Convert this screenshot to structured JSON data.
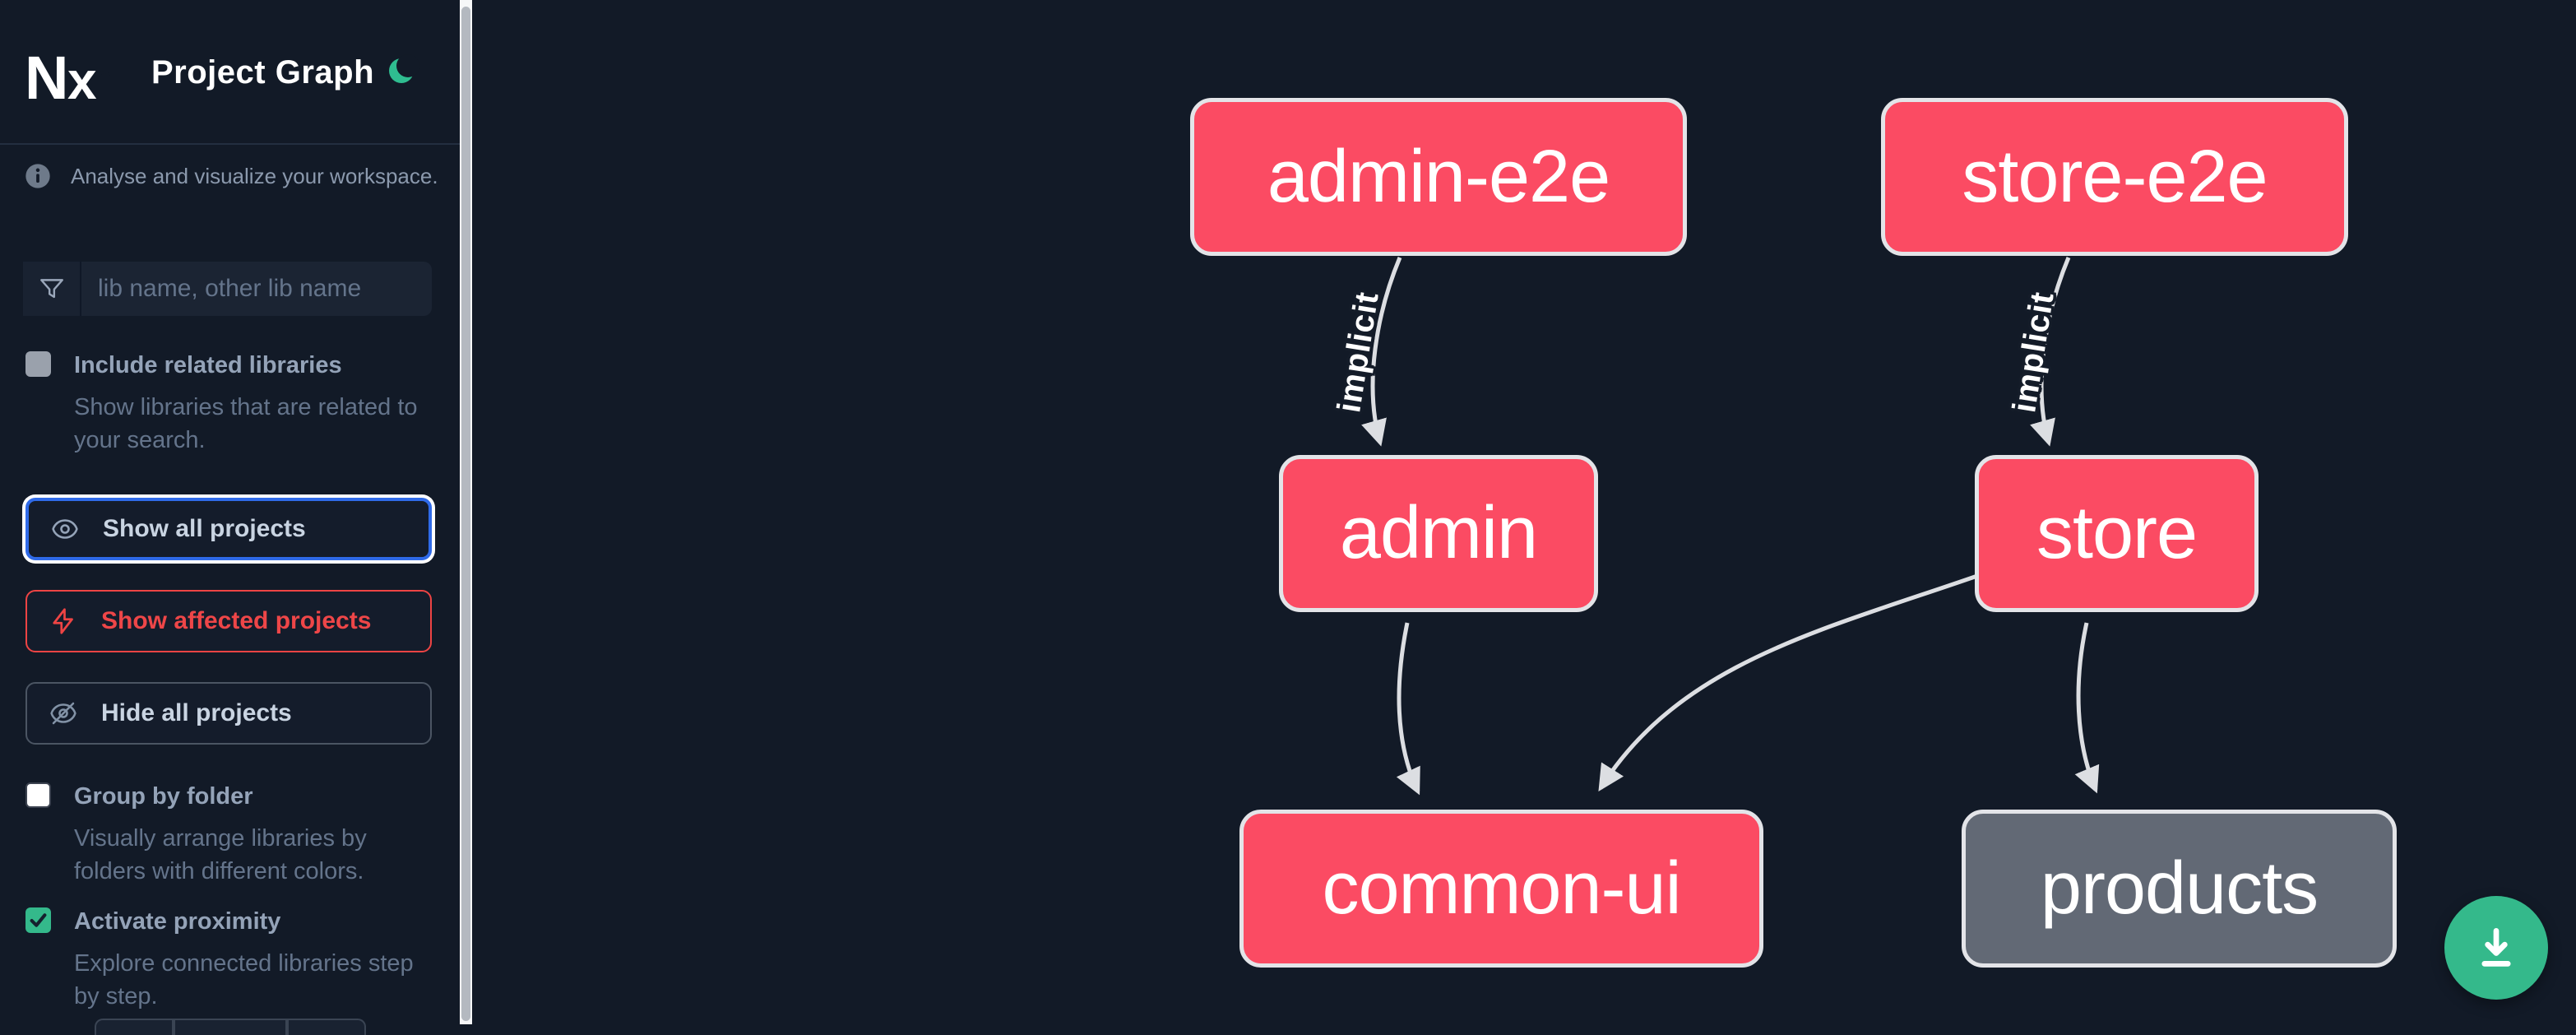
{
  "app": {
    "title": "Project Graph",
    "subtitle": "Analyse and visualize your workspace.",
    "theme_icon": "moon-icon",
    "logo": "nx-logo"
  },
  "colors": {
    "background": "#121a27",
    "node_app": "#fb4b63",
    "node_lib_unfocused": "#626975",
    "node_border": "#e3e4e8",
    "edge": "#dcdee2",
    "accent_focus_blue": "#2f6ae8",
    "affected_red": "#ee4444",
    "success_green": "#34b98b",
    "label_gray": "#94a3b8",
    "description_gray": "#64748b"
  },
  "sidebar": {
    "search": {
      "placeholder": "lib name, other lib name",
      "value": "",
      "icon": "filter-icon"
    },
    "checkboxes": [
      {
        "label": "Include related libraries",
        "description": "Show libraries that are related to your search.",
        "checked": false,
        "disabled": true
      },
      {
        "label": "Group by folder",
        "description": "Visually arrange libraries by folders with different colors.",
        "checked": false,
        "disabled": false
      },
      {
        "label": "Activate proximity",
        "description": "Explore connected libraries step by step.",
        "checked": true,
        "disabled": false
      }
    ],
    "buttons": [
      {
        "label": "Show all projects",
        "icon": "eye-icon",
        "state": "focused"
      },
      {
        "label": "Show affected projects",
        "icon": "bolt-icon",
        "variant": "affected"
      },
      {
        "label": "Hide all projects",
        "icon": "eye-off-icon",
        "variant": "default"
      }
    ]
  },
  "graph": {
    "nodes": [
      {
        "id": "admin-e2e",
        "label": "admin-e2e",
        "kind": "app"
      },
      {
        "id": "store-e2e",
        "label": "store-e2e",
        "kind": "app"
      },
      {
        "id": "admin",
        "label": "admin",
        "kind": "app"
      },
      {
        "id": "store",
        "label": "store",
        "kind": "app"
      },
      {
        "id": "common-ui",
        "label": "common-ui",
        "kind": "app"
      },
      {
        "id": "products",
        "label": "products",
        "kind": "lib"
      }
    ],
    "edges": [
      {
        "source": "admin-e2e",
        "target": "admin",
        "label": "implicit",
        "type": "implicit"
      },
      {
        "source": "store-e2e",
        "target": "store",
        "label": "implicit",
        "type": "implicit"
      },
      {
        "source": "admin",
        "target": "common-ui",
        "label": "",
        "type": "static"
      },
      {
        "source": "store",
        "target": "common-ui",
        "label": "",
        "type": "static"
      },
      {
        "source": "store",
        "target": "products",
        "label": "",
        "type": "static"
      }
    ]
  },
  "fab": {
    "icon": "download-icon",
    "action": "save-image"
  }
}
